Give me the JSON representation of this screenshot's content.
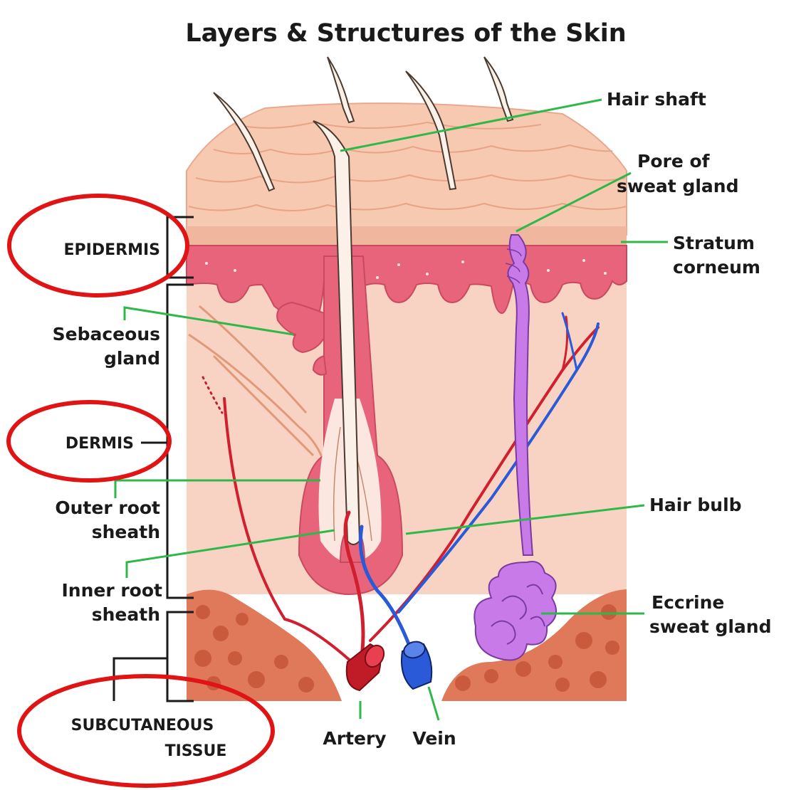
{
  "title": "Layers & Structures of the Skin",
  "labels": {
    "hair_shaft": "Hair shaft",
    "pore_line1": "Pore of",
    "pore_line2": "sweat gland",
    "stratum_line1": "Stratum",
    "stratum_line2": "corneum",
    "epidermis": "EPIDERMIS",
    "sebaceous_line1": "Sebaceous",
    "sebaceous_line2": "gland",
    "dermis": "DERMIS",
    "outer_line1": "Outer root",
    "outer_line2": "sheath",
    "inner_line1": "Inner root",
    "inner_line2": "sheath",
    "hair_bulb": "Hair bulb",
    "eccrine_line1": "Eccrine",
    "eccrine_line2": "sweat gland",
    "subcut_line1": "SUBCUTANEOUS",
    "subcut_line2": "TISSUE",
    "artery": "Artery",
    "vein": "Vein"
  },
  "colors": {
    "skin_upper": "#f7c9b0",
    "dermis": "#f8d2c2",
    "epidermis_band": "#e8647a",
    "fat": "#e0795a",
    "artery": "#d02030",
    "vein": "#2a5ad8",
    "sweat_gland": "#c87ae8",
    "pointer_line": "#2eb84a",
    "highlight_ellipse": "#e01414"
  }
}
